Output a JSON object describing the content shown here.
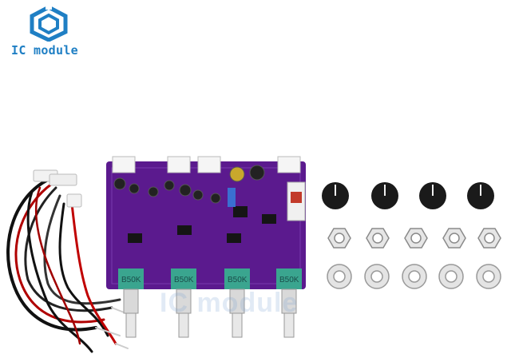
{
  "brand": {
    "name": "IC module",
    "icon": "hexagon-logo-icon",
    "color": "#1f7fc4"
  },
  "watermark": "IC module",
  "board": {
    "color": "#5b1a8e",
    "potentiometers": [
      "B50K",
      "B50K",
      "B50K",
      "B50K"
    ]
  },
  "accessories": {
    "knob_count": 4,
    "nut_count": 5,
    "washer_count": 5
  }
}
